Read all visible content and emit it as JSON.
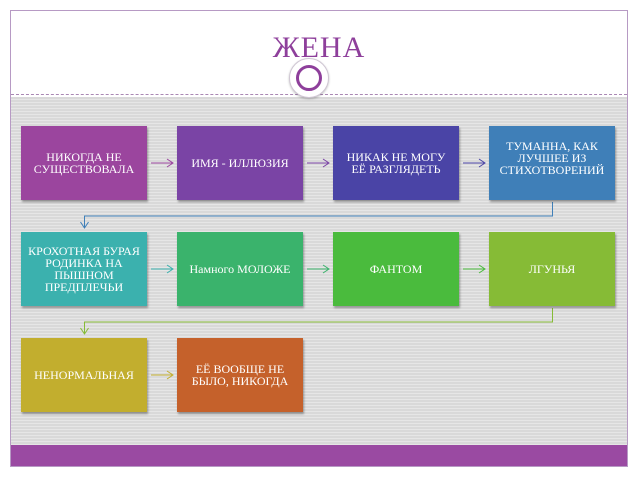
{
  "slide": {
    "title": "ЖЕНА"
  },
  "colors": {
    "accent": "#8e3f9b",
    "footer": "#9a4aa2",
    "background": "#d9d9d9"
  },
  "nodes": [
    {
      "id": "n1",
      "label": "НИКОГДА НЕ СУЩЕСТВОВАЛА",
      "color": "#9b459e"
    },
    {
      "id": "n2",
      "label": "ИМЯ  - ИЛЛЮЗИЯ",
      "color": "#7a44a5"
    },
    {
      "id": "n3",
      "label": "НИКАК НЕ МОГУ ЕЁ РАЗГЛЯДЕТЬ",
      "color": "#4a44a6"
    },
    {
      "id": "n4",
      "label": "ТУМАННА, КАК ЛУЧШЕЕ ИЗ СТИХОТВОРЕНИЙ",
      "color": "#3f7fb8"
    },
    {
      "id": "n5",
      "label": "КРОХОТНАЯ БУРАЯ РОДИНКА НА ПЫШНОМ ПРЕДПЛЕЧЬИ",
      "color": "#3bb1ae"
    },
    {
      "id": "n6",
      "label": "Намного МОЛОЖЕ",
      "color": "#3ab36c"
    },
    {
      "id": "n7",
      "label": "ФАНТОМ",
      "color": "#4abb3d"
    },
    {
      "id": "n8",
      "label": "ЛГУНЬЯ",
      "color": "#86bb36"
    },
    {
      "id": "n9",
      "label": "НЕНОРМАЛЬНАЯ",
      "color": "#c2ae2e"
    },
    {
      "id": "n10",
      "label": "ЕЁ ВООБЩЕ НЕ БЫЛО, НИКОГДА",
      "color": "#c5612b"
    }
  ],
  "edges": [
    {
      "from": "n1",
      "to": "n2"
    },
    {
      "from": "n2",
      "to": "n3"
    },
    {
      "from": "n3",
      "to": "n4"
    },
    {
      "from": "n4",
      "to": "n5"
    },
    {
      "from": "n5",
      "to": "n6"
    },
    {
      "from": "n6",
      "to": "n7"
    },
    {
      "from": "n7",
      "to": "n8"
    },
    {
      "from": "n8",
      "to": "n9"
    },
    {
      "from": "n9",
      "to": "n10"
    }
  ]
}
